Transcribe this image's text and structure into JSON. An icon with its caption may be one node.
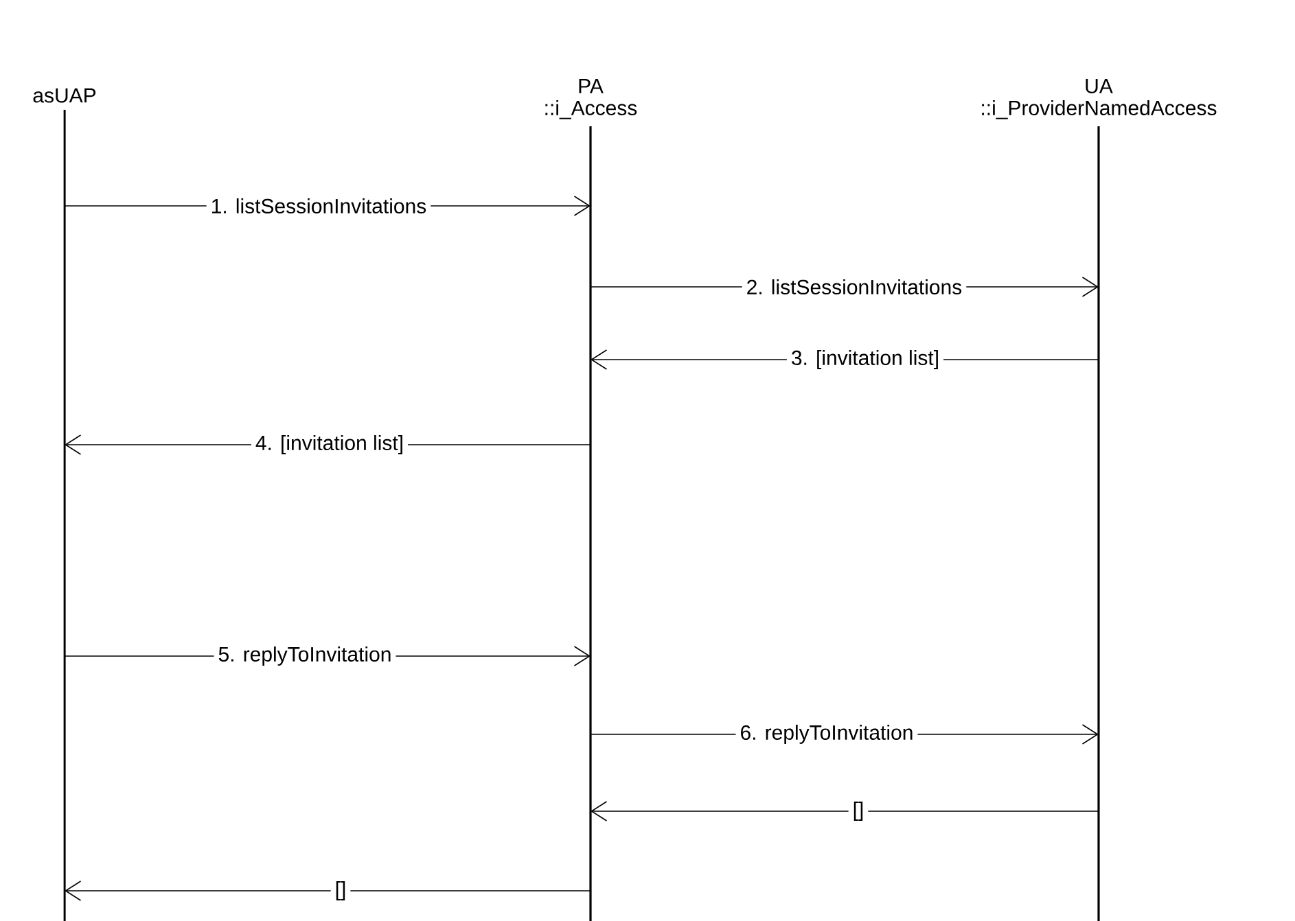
{
  "diagram": {
    "nodes": [
      {
        "text": [
          "asUAP"
        ]
      },
      {
        "text": [
          "PA",
          "::i_Access"
        ]
      },
      {
        "text": [
          "UA",
          "::i_ProviderNamedAccess"
        ]
      }
    ],
    "edges": [
      {
        "from": 0,
        "to": 1,
        "arrow": "to",
        "label": "1. listSessionInvitations"
      },
      {
        "from": 1,
        "to": 2,
        "arrow": "to",
        "label": "2. listSessionInvitations"
      },
      {
        "from": 2,
        "to": 1,
        "arrow": "to",
        "label": "3. [invitation list]"
      },
      {
        "from": 1,
        "to": 0,
        "arrow": "to",
        "label": "4. [invitation list]"
      },
      {
        "from": 0,
        "to": 1,
        "arrow": "to",
        "label": "5. replyToInvitation"
      },
      {
        "from": 1,
        "to": 2,
        "arrow": "to",
        "label": "6. replyToInvitation"
      },
      {
        "from": 2,
        "to": 1,
        "arrow": "to",
        "label": "[]"
      },
      {
        "from": 1,
        "to": 0,
        "arrow": "to",
        "label": "[]"
      }
    ]
  }
}
